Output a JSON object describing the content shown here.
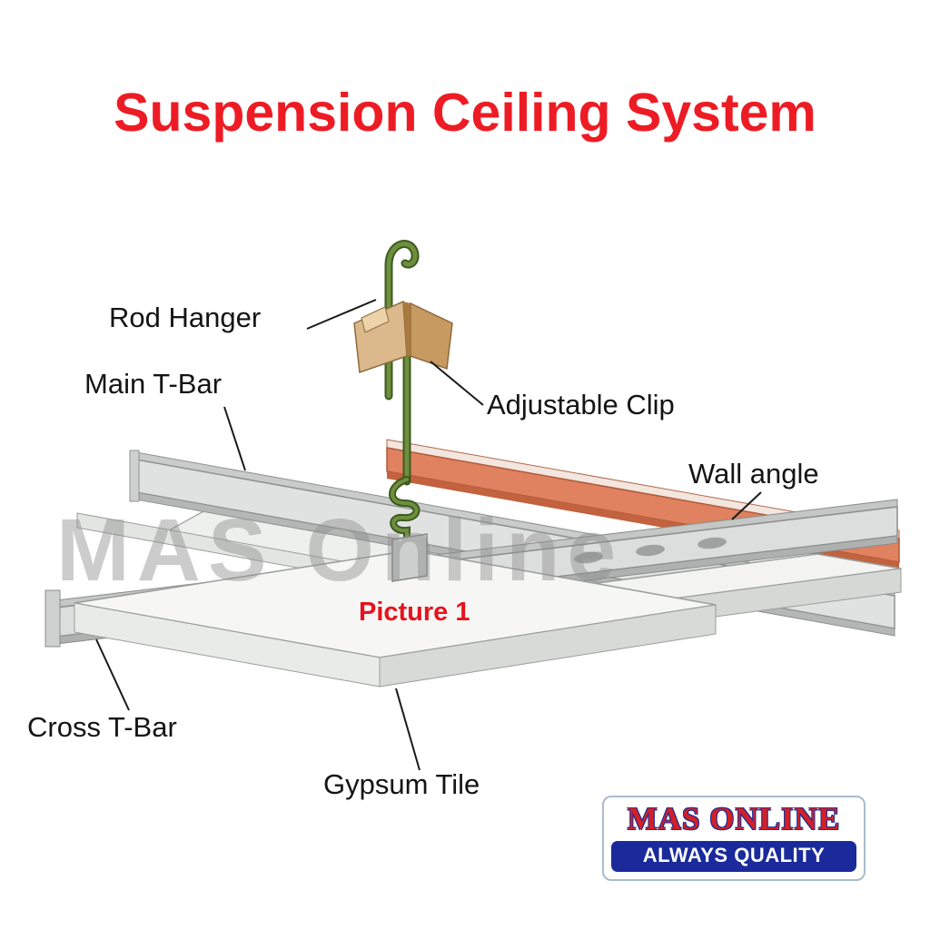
{
  "title": "Suspension Ceiling System",
  "watermark": "MAS Online",
  "diagram": {
    "caption": "Picture 1",
    "labels": {
      "rod_hanger": "Rod Hanger",
      "main_t_bar": "Main T-Bar",
      "adjustable_clip": "Adjustable Clip",
      "wall_angle": "Wall angle",
      "cross_t_bar": "Cross T-Bar",
      "gypsum_tile": "Gypsum Tile"
    }
  },
  "logo": {
    "brand": "MAS ONLINE",
    "tagline": "ALWAYS QUALITY"
  },
  "colors": {
    "title_red": "#ed1c24",
    "caption_red": "#e8131d",
    "watermark_gray": "#8f8f8f",
    "wall_angle_salmon": "#e0815f",
    "rod_green": "#6d8f3e",
    "clip_tan": "#dcb98c",
    "logo_text_red": "#d41f26",
    "logo_bar_blue": "#1b2a9b"
  }
}
